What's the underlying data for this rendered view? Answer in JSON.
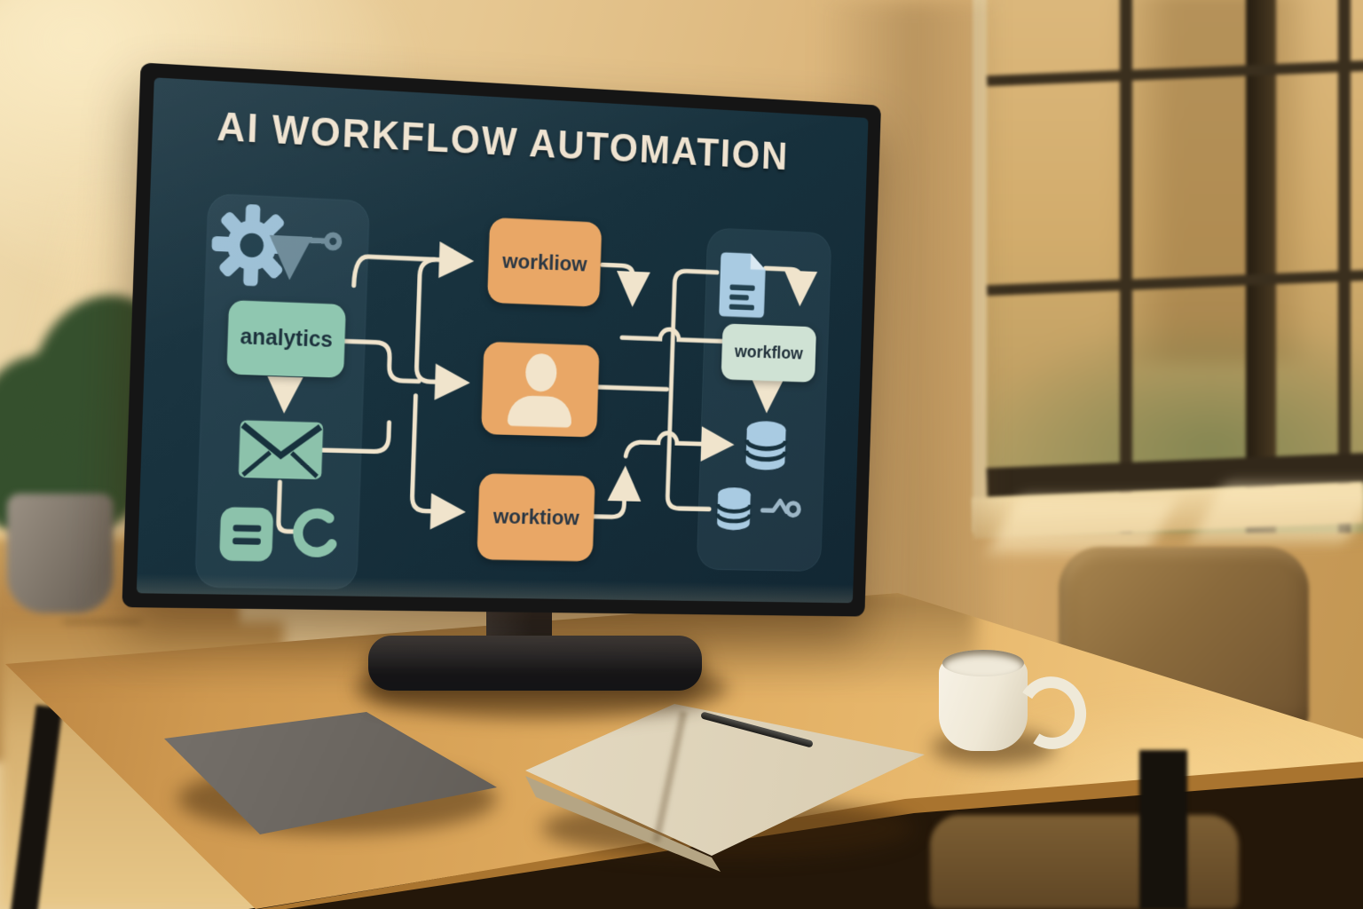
{
  "screen": {
    "title": "AI WORKFLOW AUTOMATION",
    "left_panel": {
      "analytics_label": "analytics",
      "icons": [
        "gear-icon",
        "flow-connector-icon",
        "mail-icon",
        "list-icon",
        "refresh-icon"
      ]
    },
    "center_flow": {
      "top_box_label": "workliow",
      "middle_box_icon": "person-icon",
      "bottom_box_label": "worktiow"
    },
    "right_panel": {
      "workflow_label": "workflow",
      "icons": [
        "document-icon",
        "database-icon",
        "database-small-icon",
        "trend-icon"
      ]
    },
    "colors": {
      "screen_background": "#17313d",
      "panel_background": "rgba(150,190,210,0.10)",
      "accent_orange": "#e9a766",
      "accent_teal": "#8fc7b0",
      "accent_mint": "#cfe2d4",
      "connector_cream": "#f0e4cc",
      "icon_blue": "#a9cbe2",
      "icon_teal": "#8cc2ab",
      "title_text": "#efe3d0"
    }
  },
  "scene": {
    "objects": [
      "monitor",
      "monitor-stand",
      "desk",
      "laptop",
      "notebook",
      "pen",
      "mug",
      "chair",
      "plant",
      "cabinet",
      "window"
    ]
  }
}
